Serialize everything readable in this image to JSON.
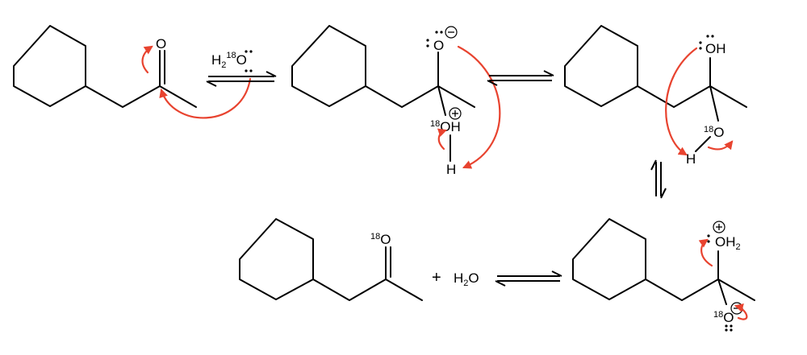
{
  "colors": {
    "ink": "#000000",
    "electron_arrow": "#e8432f",
    "background": "#ffffff"
  },
  "reagent": {
    "prefix": "H",
    "sub": "2",
    "isotope": "18",
    "element": "O"
  },
  "step1": {
    "oxygen": "O"
  },
  "step2": {
    "alkoxide": "O",
    "hydroxyl_isotope": "18",
    "hydroxyl": "OH",
    "hydrogen": "H"
  },
  "step3": {
    "hydroxyl": "OH",
    "oxygen_isotope": "18",
    "oxygen": "O",
    "hydrogen": "H"
  },
  "step4": {
    "oxonium": "OH",
    "oxonium_sub": "2",
    "alkoxide_isotope": "18",
    "alkoxide": "O"
  },
  "product": {
    "isotope": "18",
    "oxygen": "O",
    "plus": "+",
    "water_prefix": "H",
    "water_sub": "2",
    "water_suffix": "O"
  }
}
